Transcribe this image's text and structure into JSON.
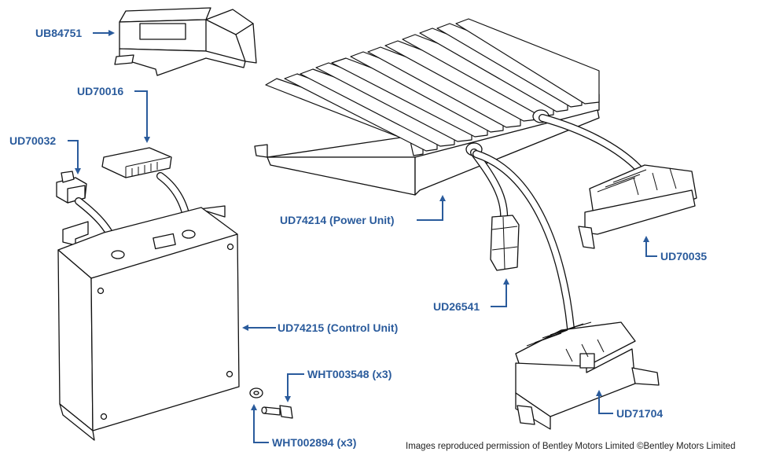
{
  "parts": {
    "ub84751": "UB84751",
    "ud70016": "UD70016",
    "ud70032": "UD70032",
    "ud74214": "UD74214 (Power Unit)",
    "ud70035": "UD70035",
    "ud26541": "UD26541",
    "ud74215": "UD74215 (Control Unit)",
    "wht003548": "WHT003548 (x3)",
    "wht002894": "WHT002894 (x3)",
    "ud71704": "UD71704"
  },
  "credit": "Images reproduced permission of Bentley Motors Limited ©Bentley Motors Limited",
  "colors": {
    "callout": "#2a5b9c",
    "line_art": "#111111",
    "background": "#ffffff"
  }
}
